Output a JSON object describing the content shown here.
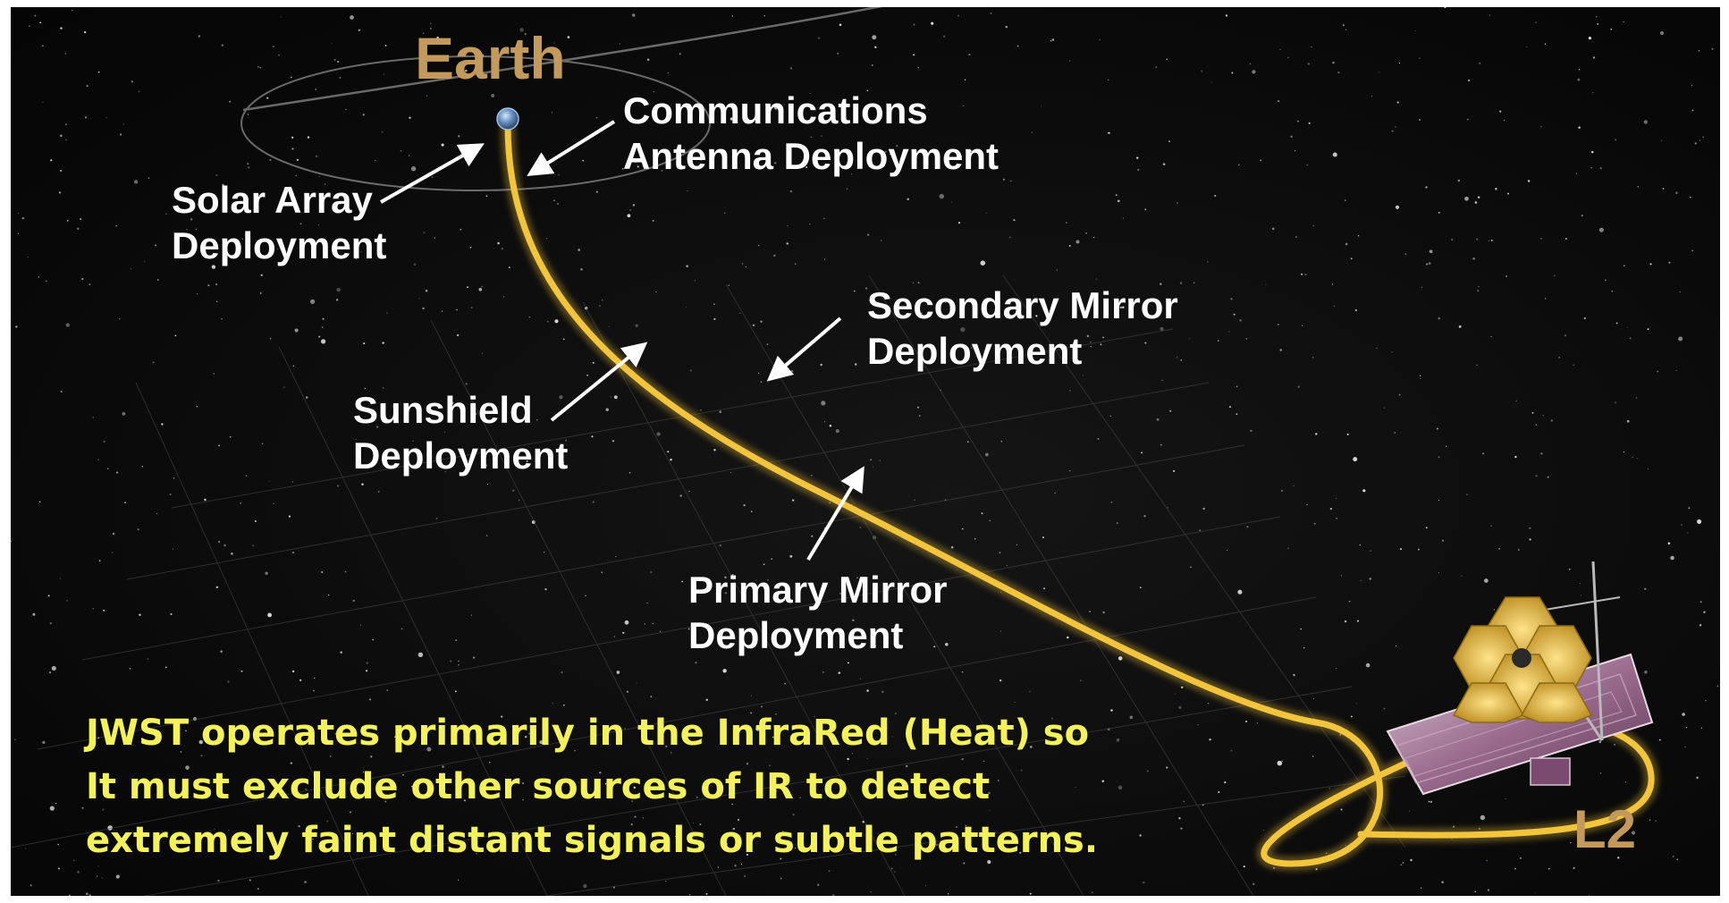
{
  "diagram": {
    "earth_label": "Earth",
    "l2_label": "L2",
    "deployment_labels": {
      "solar_array": [
        "Solar Array",
        "Deployment"
      ],
      "communications_antenna": [
        "Communications",
        "Antenna Deployment"
      ],
      "secondary_mirror": [
        "Secondary Mirror",
        "Deployment"
      ],
      "sunshield": [
        "Sunshield",
        "Deployment"
      ],
      "primary_mirror": [
        "Primary Mirror",
        "Deployment"
      ]
    },
    "caption": [
      "JWST operates primarily in the InfraRed (Heat) so",
      "It must exclude other sources of IR to detect",
      "extremely faint distant signals or subtle patterns."
    ],
    "colors": {
      "background": "#060606",
      "trajectory": "#f2c53d",
      "label_text": "#ffffff",
      "earth_l2_text": "#c49a5c",
      "caption_text": "#f4f25a"
    },
    "icons": {
      "earth": "earth-globe-icon",
      "telescope": "jwst-telescope-icon"
    }
  }
}
